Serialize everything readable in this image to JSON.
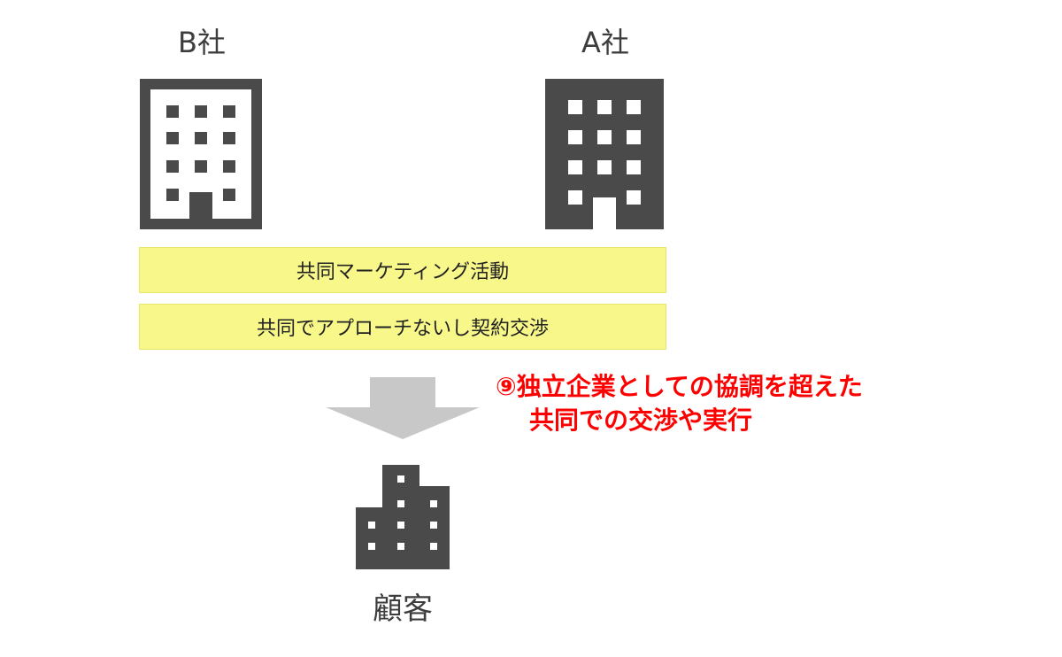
{
  "companies": {
    "b": {
      "label": "B社"
    },
    "a": {
      "label": "A社"
    }
  },
  "bands": [
    {
      "label": "共同マーケティング活動"
    },
    {
      "label": "共同でアプローチないし契約交渉"
    }
  ],
  "note": {
    "line1": "⑨独立企業としての協調を超えた",
    "line2": "共同での交渉や実行"
  },
  "customer": {
    "label": "顧客"
  },
  "colors": {
    "building": "#4a4a4a",
    "band": "#f7f78a",
    "arrow": "#c8c8c8",
    "note": "#ff0000"
  },
  "icons": {
    "company_b": "office-building-outline-icon",
    "company_a": "office-building-filled-icon",
    "customer": "city-buildings-icon",
    "arrow": "arrow-down-icon"
  }
}
